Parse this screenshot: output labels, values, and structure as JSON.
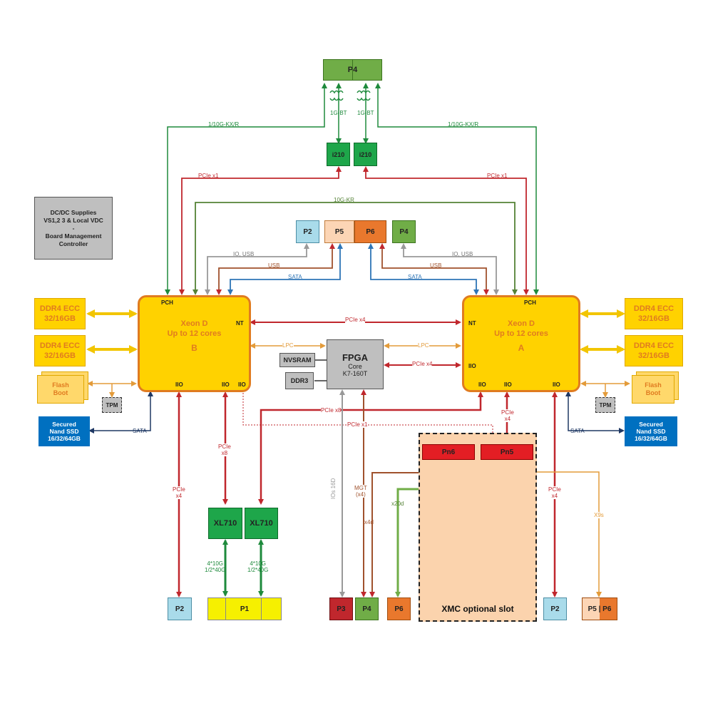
{
  "top_port": {
    "label": "P4"
  },
  "i210": [
    "i210",
    "i210"
  ],
  "bus_labels": {
    "gbt_left": "1G-BT",
    "gbt_right": "1G-BT",
    "kx_left": "1/10G-KX/R",
    "kx_right": "1/10G-KX/R",
    "pcie_x1_left": "PCIe x1",
    "pcie_x1_right": "PCIe x1",
    "kr": "10G-KR",
    "io_usb_left": "IO, USB",
    "io_usb_right": "IO, USB",
    "usb_left": "USB",
    "usb_right": "USB",
    "sata_left": "SATA",
    "sata_right": "SATA",
    "nt_pcie_x4": "PCIe x4",
    "lpc_left": "LPC",
    "lpc_right": "LPC",
    "fpga_pcie_x4": "PCIe x4",
    "pcie_x8_top": "PCIe x8",
    "pcie_x1_dotted": "PCIe x1",
    "pcie_x4_pn5": "PCIe\nx4",
    "sata_ssd_left": "SATA",
    "sata_ssd_right": "SATA",
    "pcie_x4_left": "PCIe\nx4",
    "pcie_x8_left": "PCIe\nx8",
    "ios16d": "IOs 16D",
    "mgt": "MGT\n(x4)",
    "x4d": "x4d",
    "x20d": "x20d",
    "pcie_x4_right": "PCIe\nx4",
    "x9s": "X9s",
    "xl_left": "4*10G\n1/2*40G",
    "xl_right": "4*10G\n1/2*40G"
  },
  "dcdc_box": "DC/DC Supplies\nVS1,2 3 & Local VDC\n-\nBoard Management\nController",
  "mid_ports": {
    "p2": "P2",
    "p5": "P5",
    "p6": "P6",
    "p4": "P4"
  },
  "cpu_b": {
    "title": "Xeon D\nUp to 12 cores",
    "id": "B",
    "pins": {
      "pch": "PCH",
      "nt": "NT",
      "iio1": "IIO",
      "iio2": "IIO",
      "iio3": "IIO"
    }
  },
  "cpu_a": {
    "title": "Xeon D\nUp to 12 cores",
    "id": "A",
    "pins": {
      "pch": "PCH",
      "nt": "NT",
      "iio1": "IIO",
      "iio2": "IIO",
      "iio3": "IIO",
      "iio4": "IIO"
    }
  },
  "ddr_left": [
    "DDR4 ECC\n32/16GB",
    "DDR4 ECC\n32/16GB"
  ],
  "ddr_right": [
    "DDR4 ECC\n32/16GB",
    "DDR4 ECC\n32/16GB"
  ],
  "flash": "Flash\nBoot",
  "tpm": "TPM",
  "ssd": "Secured\nNand SSD\n16/32/64GB",
  "fpga": {
    "title": "FPGA",
    "sub": "Core\nK7-160T"
  },
  "nvsram": "NVSRAM",
  "ddr3": "DDR3",
  "xl710": [
    "XL710",
    "XL710"
  ],
  "xmc": {
    "pn6": "Pn6",
    "pn5": "Pn5",
    "label": "XMC optional slot"
  },
  "bottom_ports": {
    "p2_left": "P2",
    "p1": "P1",
    "p3": "P3",
    "p4": "P4",
    "p6": "P6",
    "p2_right": "P2",
    "p5p6": "P5 | P6"
  },
  "colors": {
    "red": "#c0272d",
    "dkgreen": "#1e8a3c",
    "olive": "#548235",
    "grey": "#999999",
    "blue": "#2e75b6",
    "orange": "#e39b3a",
    "lgreen": "#70ad47",
    "navy": "#1f3864",
    "yellow": "#f2c500"
  }
}
